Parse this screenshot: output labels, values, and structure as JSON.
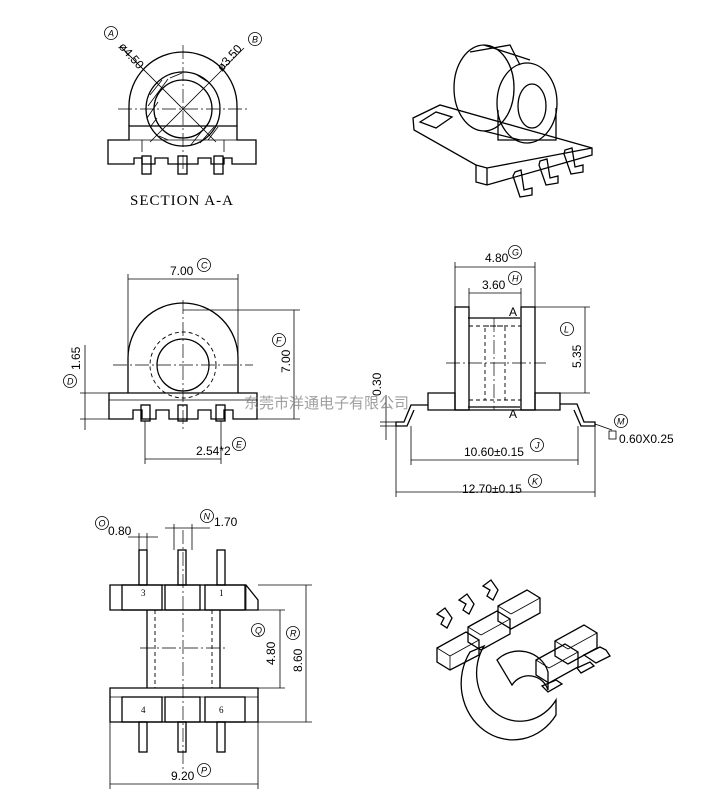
{
  "section": {
    "title": "SECTION A-A"
  },
  "dims": {
    "a_val": "ø4.50",
    "a_tag": "A",
    "b_val": "ø3.50",
    "b_tag": "B",
    "c_val": "7.00",
    "c_tag": "C",
    "d_val": "1.65",
    "d_tag": "D",
    "e_val": "2.54*2",
    "e_tag": "E",
    "f_val": "7.00",
    "f_tag": "F",
    "g_val": "4.80",
    "g_tag": "G",
    "h_val": "3.60",
    "h_tag": "H",
    "j_val": "10.60±0.15",
    "j_tag": "J",
    "k_val": "12.70±0.15",
    "k_tag": "K",
    "l_val": "5.35",
    "l_tag": "L",
    "m_val": "0.60X0.25",
    "m_tag": "M",
    "n_val": "1.70",
    "n_tag": "N",
    "o_val": "0.80",
    "o_tag": "O",
    "p_val": "9.20",
    "p_tag": "P",
    "q_val": "4.80",
    "q_tag": "Q",
    "r_val": "8.60",
    "r_tag": "R",
    "t_val": "0.30"
  },
  "section_marks": {
    "top": "A",
    "bottom": "A"
  },
  "pins": {
    "p1": "1",
    "p3": "3",
    "p4": "4",
    "p6": "6"
  },
  "watermark": "东莞市洋通电子有限公司"
}
